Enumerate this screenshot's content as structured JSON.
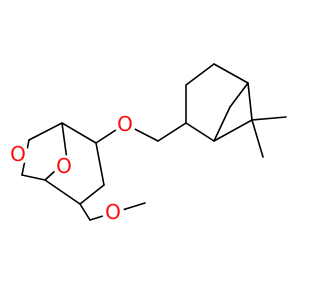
{
  "molecule": {
    "atoms": [
      {
        "id": "o_ring_left",
        "element": "O"
      },
      {
        "id": "o_bridge",
        "element": "O"
      },
      {
        "id": "o_ether",
        "element": "O"
      },
      {
        "id": "o_methoxy",
        "element": "O"
      }
    ],
    "colors": {
      "bond": "#000000",
      "oxygen": "#ff0d0d",
      "background": "#ffffff"
    }
  }
}
